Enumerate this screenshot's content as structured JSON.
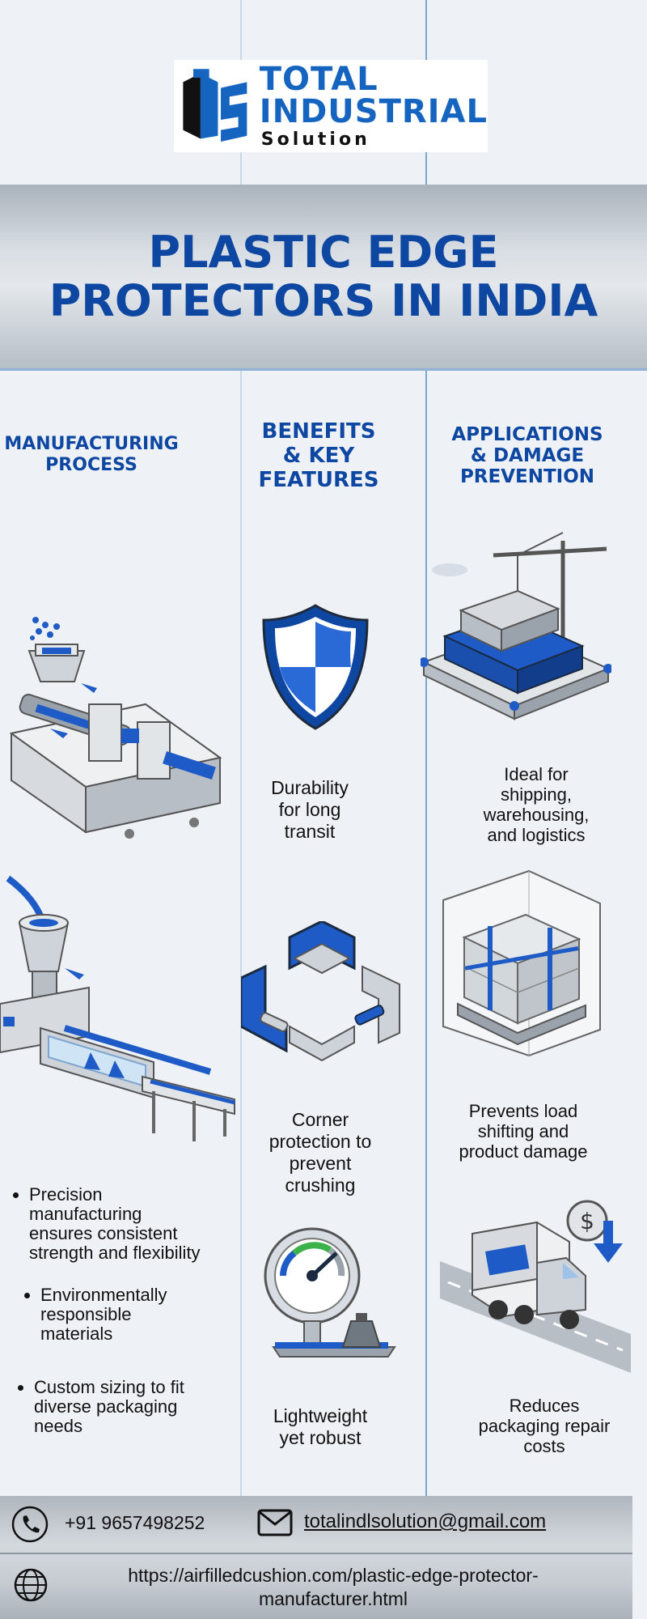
{
  "logo": {
    "line1": "TOTAL",
    "line2": "INDUSTRIAL",
    "line3": "Solution",
    "monogram": "TIS"
  },
  "banner": {
    "title_line1": "PLASTIC EDGE",
    "title_line2": "PROTECTORS IN INDIA"
  },
  "columns": {
    "manufacturing": {
      "heading_line1": "MANUFACTURING",
      "heading_line2": "PROCESS",
      "icons": [
        "injection-molding-machine-icon",
        "extrusion-line-icon"
      ],
      "bullets": [
        "Precision manufacturing ensures consistent strength and flexibility",
        "Environmentally responsible materials",
        "Custom sizing to fit diverse packaging needs"
      ]
    },
    "benefits": {
      "heading_line1": "BENEFITS",
      "heading_line2": "& KEY",
      "heading_line3": "FEATURES",
      "items": [
        {
          "icon": "shield-icon",
          "caption": [
            "Durability",
            "for long",
            "transit"
          ]
        },
        {
          "icon": "corner-protector-icon",
          "caption": [
            "Corner",
            "protection to",
            "prevent",
            "crushing"
          ]
        },
        {
          "icon": "gauge-scale-icon",
          "caption": [
            "Lightweight",
            "yet robust"
          ]
        }
      ]
    },
    "applications": {
      "heading_line1": "APPLICATIONS",
      "heading_line2": "& DAMAGE",
      "heading_line3": "PREVENTION",
      "items": [
        {
          "icon": "shipping-port-icon",
          "caption": [
            "Ideal for",
            "shipping,",
            "warehousing,",
            "and logistics"
          ]
        },
        {
          "icon": "strapped-pallet-icon",
          "caption": [
            "Prevents load",
            "shifting and",
            "product damage"
          ]
        },
        {
          "icon": "delivery-truck-savings-icon",
          "caption": [
            "Reduces",
            "packaging repair",
            "costs"
          ]
        }
      ]
    }
  },
  "footer": {
    "phone": "+91 9657498252",
    "email": "totalindlsolution@gmail.com",
    "url_line1": "https://airfilledcushion.com/plastic-edge-protector-",
    "url_line2": "manufacturer.html"
  },
  "colors": {
    "brand_blue": "#1565c0",
    "heading_blue": "#0d47a1",
    "background": "#eef2f6"
  }
}
